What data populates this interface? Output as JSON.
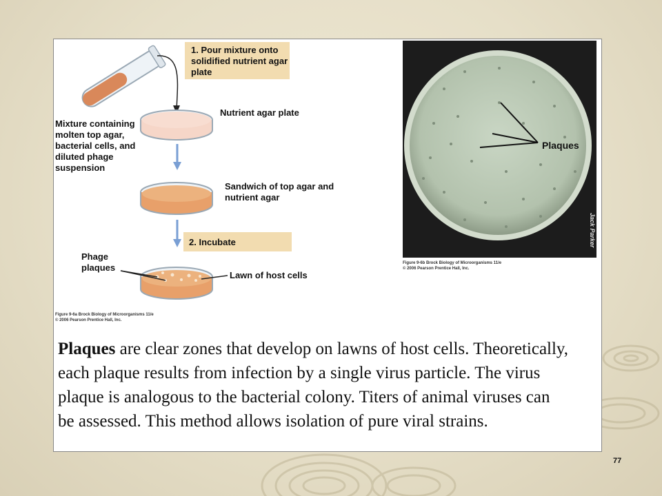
{
  "diagram": {
    "step1": "1. Pour mixture onto solidified nutrient agar plate",
    "mixture": "Mixture containing molten top agar, bacterial cells, and diluted phage suspension",
    "nutrient_plate": "Nutrient agar plate",
    "sandwich": "Sandwich of top agar and nutrient agar",
    "step2": "2. Incubate",
    "phage_plaques": "Phage plaques",
    "lawn": "Lawn of host cells",
    "credit_line1": "Figure 9-6a Brock Biology of Microorganisms 11/e",
    "credit_line2": "© 2006 Pearson Prentice Hall, Inc."
  },
  "photo": {
    "label": "Plaques",
    "photographer": "Jack Parker",
    "credit_line1": "Figure 9-6b Brock Biology of Microorganisms 11/e",
    "credit_line2": "© 2006 Pearson Prentice Hall, Inc."
  },
  "caption": {
    "term": "Plaques",
    "line1_rest": " are clear zones that develop on lawns of host cells. Theoretically,",
    "line2": " each plaque results from infection by a single virus particle. The virus",
    "line3": " plaque is analogous to the bacterial colony. Titers of animal viruses can",
    "line4": "be assessed. This method allows isolation of pure viral strains."
  },
  "page_number": "77",
  "colors": {
    "agar_orange": "#e8a06a",
    "agar_pink": "#f6d6c8",
    "step_highlight": "#f2dcb0",
    "arrow_blue": "#7a9fd4"
  }
}
